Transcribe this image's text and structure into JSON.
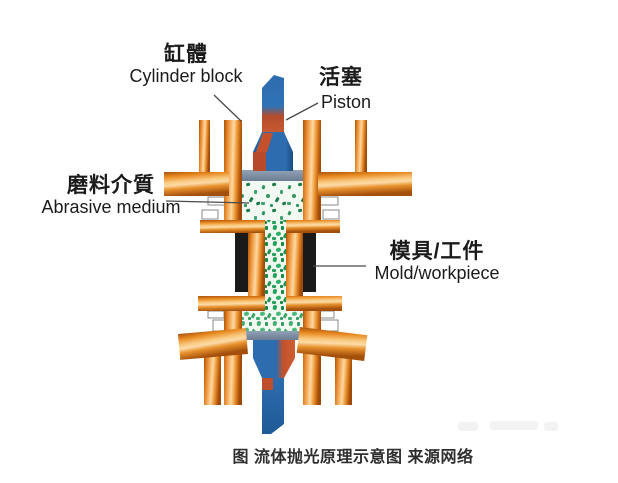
{
  "diagram": {
    "title_caption": "图 流体抛光原理示意图  来源网络",
    "labels": {
      "cylinder_block": {
        "zh": "缸體",
        "en": "Cylinder block"
      },
      "piston": {
        "zh": "活塞",
        "en": "Piston"
      },
      "abrasive_medium": {
        "zh": "磨料介質",
        "en": "Abrasive medium"
      },
      "mold_workpiece": {
        "zh": "模具/工件",
        "en": "Mold/workpiece"
      }
    },
    "colors": {
      "frame_orange": "#e8891f",
      "frame_orange_highlight": "#fcd9a4",
      "frame_orange_dark": "#a4500c",
      "piston_blue": "#2d6cae",
      "piston_red": "#c4512c",
      "abrasive_green": "#2f9460",
      "plate_gray": "#7d8ca0",
      "mold_black": "#1a1a1a",
      "leader_line": "#4a4a4a",
      "background": "#ffffff",
      "text": "#1b1b1b"
    }
  }
}
